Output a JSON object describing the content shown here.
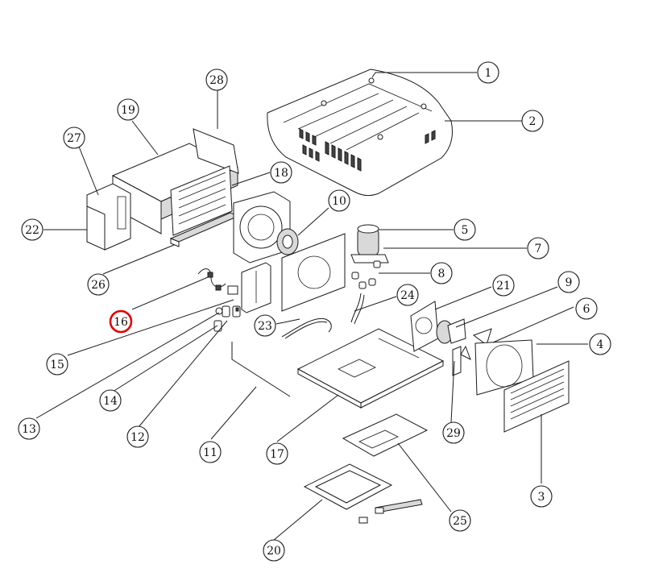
{
  "callouts": [
    {
      "label": "1"
    },
    {
      "label": "2"
    },
    {
      "label": "3"
    },
    {
      "label": "4"
    },
    {
      "label": "5"
    },
    {
      "label": "6"
    },
    {
      "label": "7"
    },
    {
      "label": "8"
    },
    {
      "label": "9"
    },
    {
      "label": "10"
    },
    {
      "label": "11"
    },
    {
      "label": "12"
    },
    {
      "label": "13"
    },
    {
      "label": "14"
    },
    {
      "label": "15"
    },
    {
      "label": "16"
    },
    {
      "label": "17"
    },
    {
      "label": "18"
    },
    {
      "label": "19"
    },
    {
      "label": "20"
    },
    {
      "label": "21"
    },
    {
      "label": "22"
    },
    {
      "label": "23"
    },
    {
      "label": "24"
    },
    {
      "label": "25"
    },
    {
      "label": "26"
    },
    {
      "label": "27"
    },
    {
      "label": "28"
    },
    {
      "label": "29"
    }
  ],
  "highlight": {
    "label": "16",
    "color": "#e00000"
  }
}
